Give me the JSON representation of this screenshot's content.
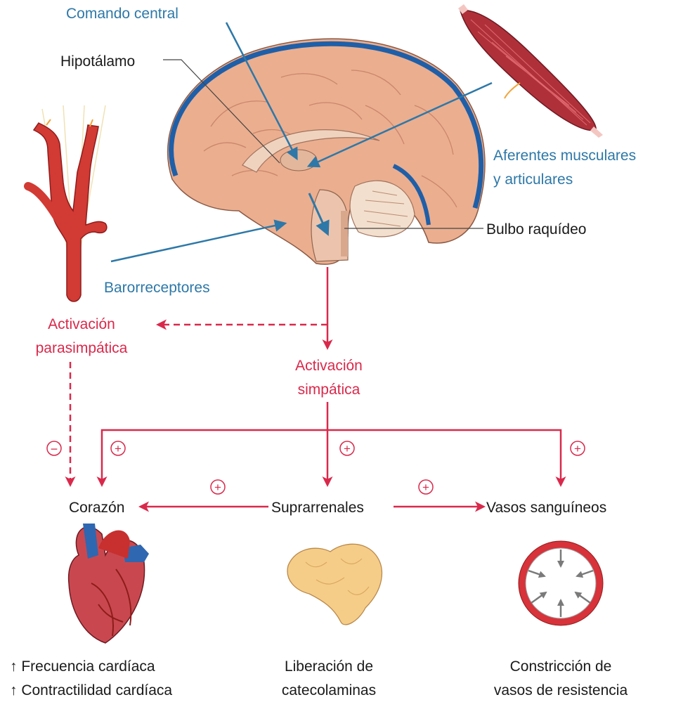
{
  "labels": {
    "comando_central": "Comando central",
    "hipotalamo": "Hipotálamo",
    "aferentes_1": "Aferentes musculares",
    "aferentes_2": "y articulares",
    "bulbo": "Bulbo raquídeo",
    "barorreceptores": "Barorreceptores",
    "parasimpatica_1": "Activación",
    "parasimpatica_2": "parasimpática",
    "simpatica_1": "Activación",
    "simpatica_2": "simpática",
    "corazon": "Corazón",
    "suprarrenales": "Suprarrenales",
    "vasos": "Vasos sanguíneos",
    "efecto_corazon_1": "↑ Frecuencia cardíaca",
    "efecto_corazon_2": "↑ Contractilidad cardíaca",
    "efecto_supra_1": "Liberación de",
    "efecto_supra_2": "catecolaminas",
    "efecto_vasos_1": "Constricción de",
    "efecto_vasos_2": "vasos de resistencia"
  },
  "signs": {
    "minus": "−",
    "plus": "+"
  },
  "icons": {
    "brain": "brain-icon",
    "muscle": "muscle-icon",
    "carotid": "carotid-artery-icon",
    "heart": "heart-icon",
    "adrenal": "adrenal-gland-icon",
    "vessel": "blood-vessel-icon"
  },
  "colors": {
    "blue": "#2d78a8",
    "red": "#d9294b",
    "brain": "#ebae8f",
    "artery": "#d23a34",
    "adrenal": "#f6cd88"
  }
}
